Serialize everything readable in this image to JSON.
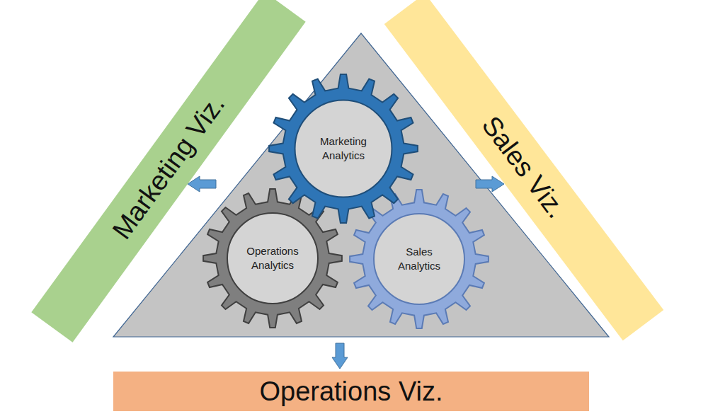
{
  "diagram": {
    "nodes": [
      {
        "text": [
          "Marketing Viz."
        ]
      },
      {
        "text": [
          "Sales Viz."
        ]
      },
      {
        "text": [
          "Marketing Analytics"
        ]
      },
      {
        "text": [
          "Operations Analytics"
        ]
      },
      {
        "text": [
          "Sales Analytics"
        ]
      },
      {
        "text": [
          "Operations Viz."
        ]
      }
    ]
  }
}
